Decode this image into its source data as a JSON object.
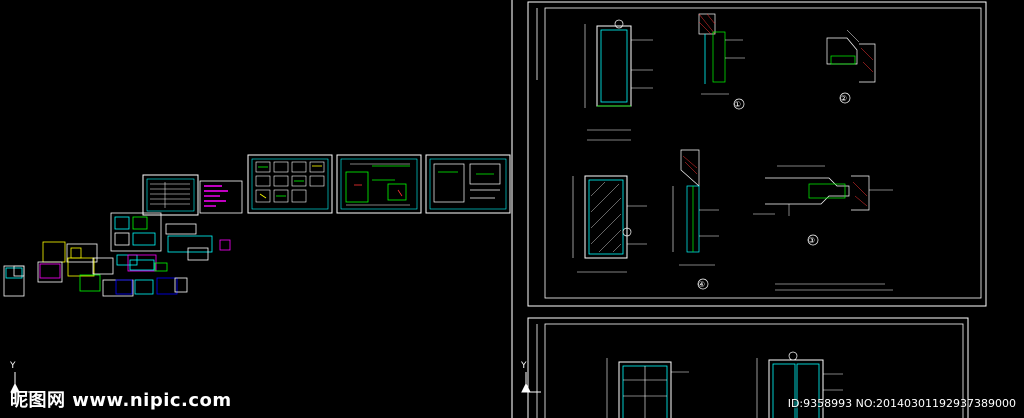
{
  "viewports": {
    "left": {
      "ucs_label": "Y"
    },
    "right": {
      "ucs_label": "Y"
    }
  },
  "sheet1": {
    "detail_1": "①",
    "detail_2": "②",
    "detail_3": "③",
    "detail_4": "④"
  },
  "watermark": {
    "site": "昵图网 www.nipic.com",
    "id": "ID:9358993 NO:20140301192937389000"
  },
  "colors": {
    "background": "#000000",
    "frame": "#ffffff",
    "cad_cyan": "#00ffff",
    "cad_green": "#00ff00",
    "cad_yellow": "#ffff00",
    "cad_magenta": "#ff00ff"
  }
}
